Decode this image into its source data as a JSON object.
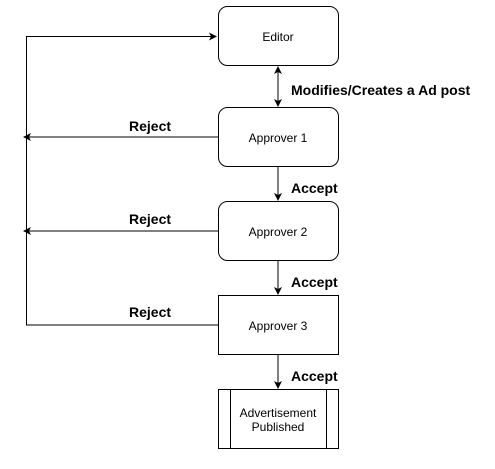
{
  "nodes": {
    "editor": {
      "label": "Editor"
    },
    "approver1": {
      "label": "Approver 1"
    },
    "approver2": {
      "label": "Approver 2"
    },
    "approver3": {
      "label": "Approver 3"
    },
    "published": {
      "label_line1": "Advertisement",
      "label_line2": "Published"
    }
  },
  "edges": {
    "editor_approver1": {
      "label": "Modifies/Creates a Ad post"
    },
    "approver1_reject": {
      "label": "Reject"
    },
    "approver1_accept": {
      "label": "Accept"
    },
    "approver2_reject": {
      "label": "Reject"
    },
    "approver2_accept": {
      "label": "Accept"
    },
    "approver3_reject": {
      "label": "Reject"
    },
    "approver3_accept": {
      "label": "Accept"
    }
  }
}
